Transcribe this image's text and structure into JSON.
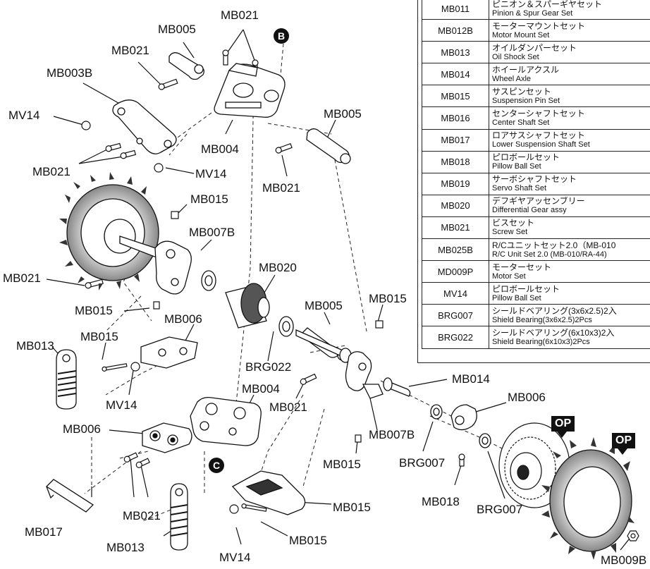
{
  "parts_table": [
    {
      "code": "MB011",
      "jp": "ピニオン＆スパーギヤセット",
      "en": "Pinion & Spur Gear Set"
    },
    {
      "code": "MB012B",
      "jp": "モーターマウントセット",
      "en": "Motor Mount Set"
    },
    {
      "code": "MB013",
      "jp": "オイルダンパーセット",
      "en": "Oil Shock Set"
    },
    {
      "code": "MB014",
      "jp": "ホイールアクスル",
      "en": "Wheel Axle"
    },
    {
      "code": "MB015",
      "jp": "サスピンセット",
      "en": "Suspension Pin Set"
    },
    {
      "code": "MB016",
      "jp": "センターシャフトセット",
      "en": "Center Shaft Set"
    },
    {
      "code": "MB017",
      "jp": "ロアサスシャフトセット",
      "en": "Lower Suspension Shaft Set"
    },
    {
      "code": "MB018",
      "jp": "ピロボールセット",
      "en": "Pillow Ball Set"
    },
    {
      "code": "MB019",
      "jp": "サーボシャフトセット",
      "en": "Servo Shaft Set"
    },
    {
      "code": "MB020",
      "jp": "デフギヤアッセンブリー",
      "en": "Differential Gear assy"
    },
    {
      "code": "MB021",
      "jp": "ビスセット",
      "en": "Screw Set"
    },
    {
      "code": "MB025B",
      "jp": "R/Cユニットセット2.0（MB-010",
      "en": "R/C Unit Set 2.0 (MB-010/RA-44)"
    },
    {
      "code": "MD009P",
      "jp": "モーターセット",
      "en": "Motor Set"
    },
    {
      "code": "MV14",
      "jp": "ピロボールセット",
      "en": "Pillow Ball Set"
    },
    {
      "code": "BRG007",
      "jp": "シールドベアリング(3x6x2.5)2入",
      "en": "Shield Bearing(3x6x2.5)2Pcs"
    },
    {
      "code": "BRG022",
      "jp": "シールドベアリング(6x10x3)2入",
      "en": "Shield Bearing(6x10x3)2Pcs"
    }
  ],
  "callouts": {
    "b": "B",
    "c": "C",
    "op1": "OP",
    "op2": "OP"
  },
  "labels": {
    "mb021_top": "MB021",
    "mb005_top": "MB005",
    "mb021_upper_left": "MB021",
    "mb003b": "MB003B",
    "mv14_left": "MV14",
    "mb021_left": "MB021",
    "mb004_top": "MB004",
    "mv14_mid": "MV14",
    "mb005_right": "MB005",
    "mb021_center": "MB021",
    "mb015_a": "MB015",
    "mb007b_left": "MB007B",
    "mb020": "MB020",
    "mb021_wheel": "MB021",
    "mb015_b": "MB015",
    "mb006_top": "MB006",
    "mb005_mid": "MB005",
    "mb015_c": "MB015",
    "mb015_d": "MB015",
    "mb013_top": "MB013",
    "brg022": "BRG022",
    "mv14_lower": "MV14",
    "mb004_bottom": "MB004",
    "mb021_mid": "MB021",
    "mb014": "MB014",
    "mb006_left": "MB006",
    "mb006_right": "MB006",
    "mb007b_right": "MB007B",
    "mb015_e": "MB015",
    "brg007_a": "BRG007",
    "mb018": "MB018",
    "brg007_b": "BRG007",
    "mb017": "MB017",
    "mb021_bottom": "MB021",
    "mb015_f": "MB015",
    "mb013_bottom": "MB013",
    "mb015_g": "MB015",
    "mv14_bottom": "MV14",
    "mb009b": "MB009B"
  }
}
